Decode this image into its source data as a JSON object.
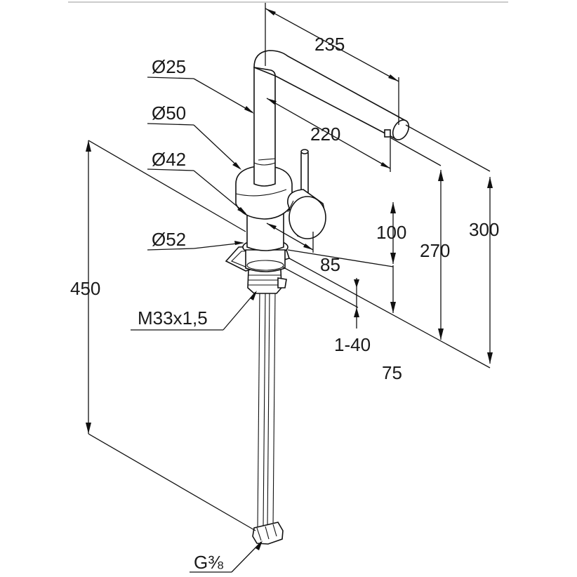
{
  "title": "",
  "dimensions": {
    "reach_235": "235",
    "reach_220": "220",
    "height_300": "300",
    "height_270": "270",
    "height_100": "100",
    "height_75": "75",
    "height_450": "450",
    "offset_85": "85",
    "thickness_range": "1-40",
    "dia_spout": "Ø25",
    "dia_body": "Ø50",
    "dia_neck": "Ø42",
    "dia_base": "Ø52",
    "thread": "M33x1,5",
    "connector": "G⅜"
  },
  "colors": {
    "line": "#111111",
    "background": "#ffffff",
    "frame": "#cccccc"
  }
}
